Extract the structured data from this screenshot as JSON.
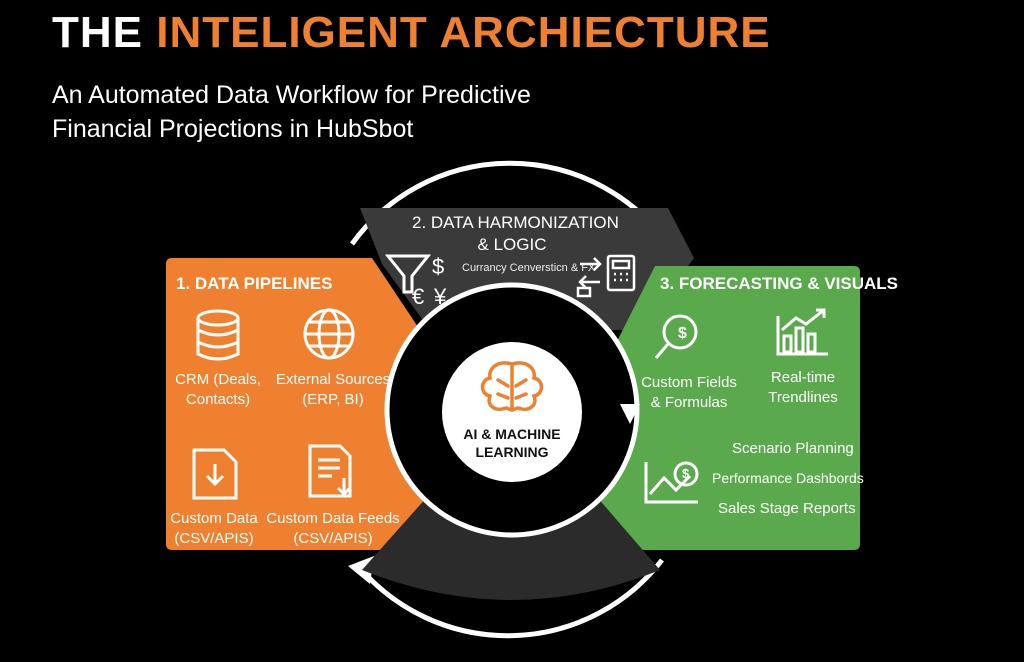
{
  "title": {
    "part1": "THE",
    "part2": "INTELIGENT ARCHIECTURE"
  },
  "subtitle": {
    "line1": "An Automated Data Workflow for Predictive",
    "line2": "Financial Projections in HubSbot"
  },
  "colors": {
    "accent_orange": "#ee8030",
    "green": "#5aa94c",
    "dark_gray": "#3a3a3a",
    "center_black": "#2b2b2b",
    "background": "#000000"
  },
  "center": {
    "label_line1": "AI & MACHINE",
    "label_line2": "LEARNING",
    "icon": "brain-icon"
  },
  "section_pipelines": {
    "title": "1. DATA PIPELINES",
    "items": [
      {
        "line1": "CRM (Deals,",
        "line2": "Contacts)",
        "icon": "database-icon"
      },
      {
        "line1": "External Sources",
        "line2": "(ERP, BI)",
        "icon": "globe-icon"
      },
      {
        "line1": "Custom Data",
        "line2": "(CSV/APIS)",
        "icon": "file-download-icon"
      },
      {
        "line1": "Custom Data Feeds",
        "line2": "(CSV/APIS)",
        "icon": "document-feed-icon"
      }
    ]
  },
  "section_harmonization": {
    "title_line1": "2. DATA HARMONIZATION",
    "title_line2": "& LOGIC",
    "caption": "Currancy Cenversticn & FX",
    "icons": [
      "funnel-icon",
      "currency-icon",
      "transfer-arrows-icon",
      "calculator-icon"
    ],
    "currency_symbols": [
      "$",
      "€",
      "¥"
    ]
  },
  "section_forecasting": {
    "title": "3. FORECASTING & VISUALS",
    "items": [
      {
        "line1": "Custom Fields",
        "line2": "& Formulas",
        "icon": "magnifier-dollar-icon"
      },
      {
        "line1": "Real-time",
        "line2": "Trendlines",
        "icon": "bar-chart-trend-icon"
      }
    ],
    "list": [
      "Scenario Planning",
      "Performance Dashbords",
      "Sales Stage Reports"
    ],
    "list_icon": "line-chart-dollar-icon"
  }
}
